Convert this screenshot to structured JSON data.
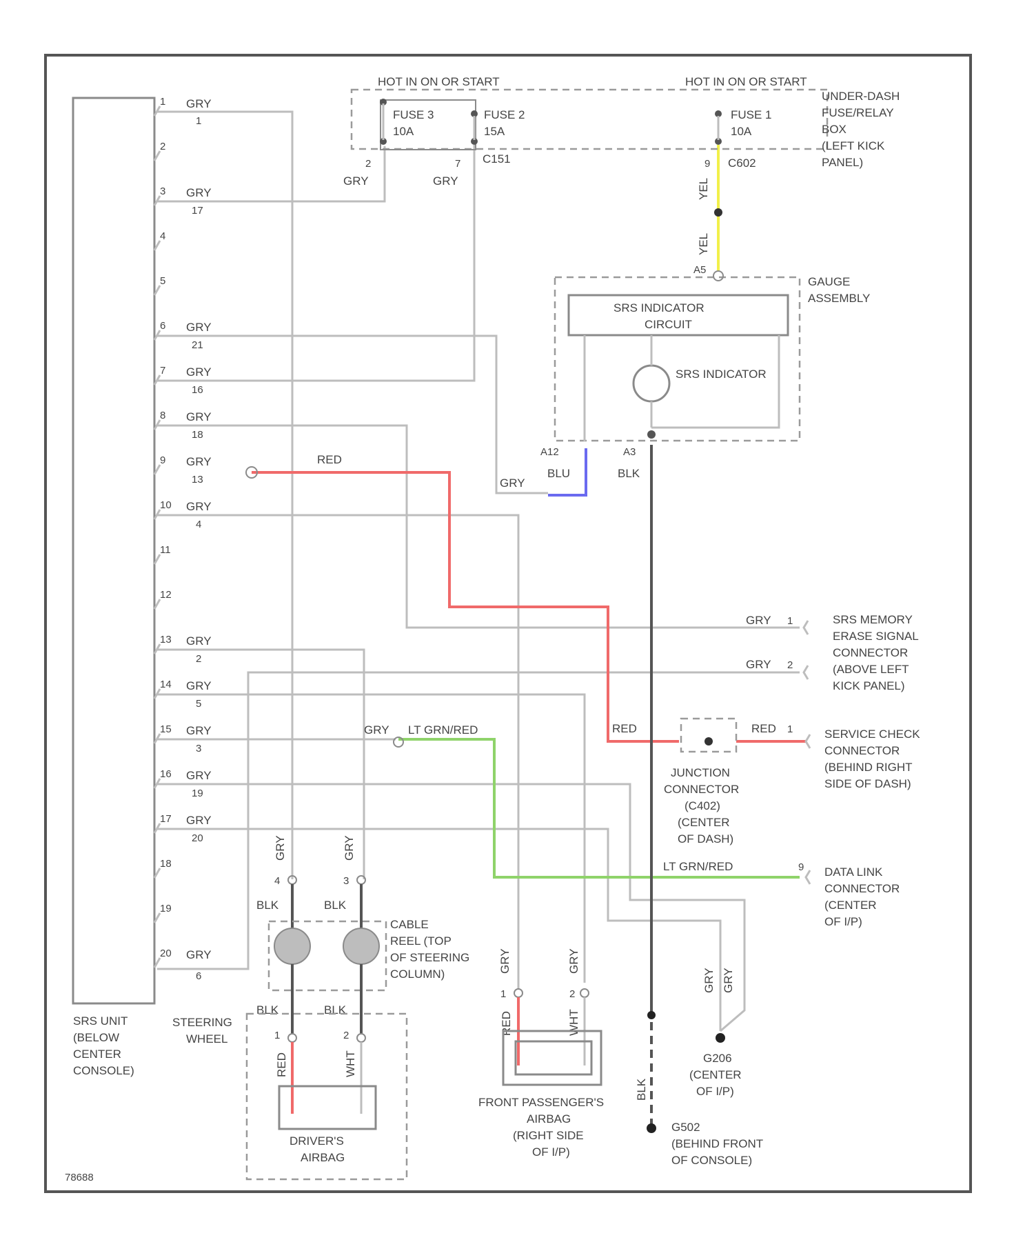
{
  "diagram": {
    "hot_in_on_left": "HOT IN ON OR START",
    "hot_in_on_right": "HOT IN ON OR START",
    "fuse3": "FUSE 3",
    "fuse3_amp": "10A",
    "fuse2": "FUSE 2",
    "fuse2_amp": "15A",
    "fuse1": "FUSE 1",
    "fuse1_amp": "10A",
    "conn_c151": "C151",
    "conn_c602": "C602",
    "fuse_box": [
      "UNDER-DASH",
      "FUSE/RELAY",
      "BOX",
      "(LEFT KICK",
      "PANEL)"
    ],
    "gauge_assembly": [
      "GAUGE",
      "ASSEMBLY"
    ],
    "srs_indicator_circuit": [
      "SRS INDICATOR",
      "CIRCUIT"
    ],
    "srs_indicator": "SRS INDICATOR",
    "gauge_pin_top": "A5",
    "gauge_pin_a12": "A12",
    "gauge_pin_a3": "A3",
    "srs_unit": [
      "SRS UNIT",
      "(BELOW",
      "CENTER",
      "CONSOLE)"
    ],
    "memory_erase": [
      "SRS MEMORY",
      "ERASE SIGNAL",
      "CONNECTOR",
      "(ABOVE LEFT",
      "KICK PANEL)"
    ],
    "service_check": [
      "SERVICE CHECK",
      "CONNECTOR",
      "(BEHIND RIGHT",
      "SIDE OF DASH)"
    ],
    "junction_connector": [
      "JUNCTION",
      "CONNECTOR",
      "(C402)",
      "(CENTER",
      "OF DASH)"
    ],
    "data_link": [
      "DATA LINK",
      "CONNECTOR",
      "(CENTER",
      "OF I/P)"
    ],
    "cable_reel": [
      "CABLE",
      "REEL (TOP",
      "OF STEERING",
      "COLUMN)"
    ],
    "steering_wheel": [
      "STEERING",
      "WHEEL"
    ],
    "drivers_airbag": [
      "DRIVER'S",
      "AIRBAG"
    ],
    "passenger_airbag": [
      "FRONT PASSENGER'S",
      "AIRBAG",
      "(RIGHT SIDE",
      "OF I/P)"
    ],
    "g206": [
      "G206",
      "(CENTER",
      "OF I/P)"
    ],
    "g502": [
      "G502",
      "(BEHIND FRONT",
      "OF CONSOLE)"
    ],
    "wire_colors": {
      "gry": "GRY",
      "red": "RED",
      "yel": "YEL",
      "blu": "BLU",
      "blk": "BLK",
      "lt_grn_red": "LT GRN/RED",
      "wht": "WHT"
    },
    "srs_pins": [
      "1",
      "2",
      "3",
      "4",
      "5",
      "6",
      "7",
      "8",
      "9",
      "10",
      "11",
      "12",
      "13",
      "14",
      "15",
      "16",
      "17",
      "18",
      "19",
      "20"
    ],
    "gray_wire_pins": [
      "1",
      "17",
      "21",
      "16",
      "18",
      "13",
      "4",
      "2",
      "5",
      "3",
      "19",
      "20",
      "6"
    ],
    "fuse_pin_2": "2",
    "fuse_pin_7": "7",
    "fuse_pin_9": "9",
    "erase_pin_1": "1",
    "erase_pin_2": "2",
    "service_pin_1": "1",
    "datalink_pin_9": "9",
    "plug_pin_1": "1",
    "plug_pin_2": "2",
    "plug_pin_3": "3",
    "plug_pin_4": "4",
    "figure_id": "78688",
    "colors": {
      "wire_gray": "#bdbdbd",
      "wire_red": "#f06a6a",
      "wire_yellow": "#f2f04a",
      "wire_blue": "#6a6af0",
      "wire_green": "#8fd36a",
      "wire_black": "#555555"
    }
  }
}
